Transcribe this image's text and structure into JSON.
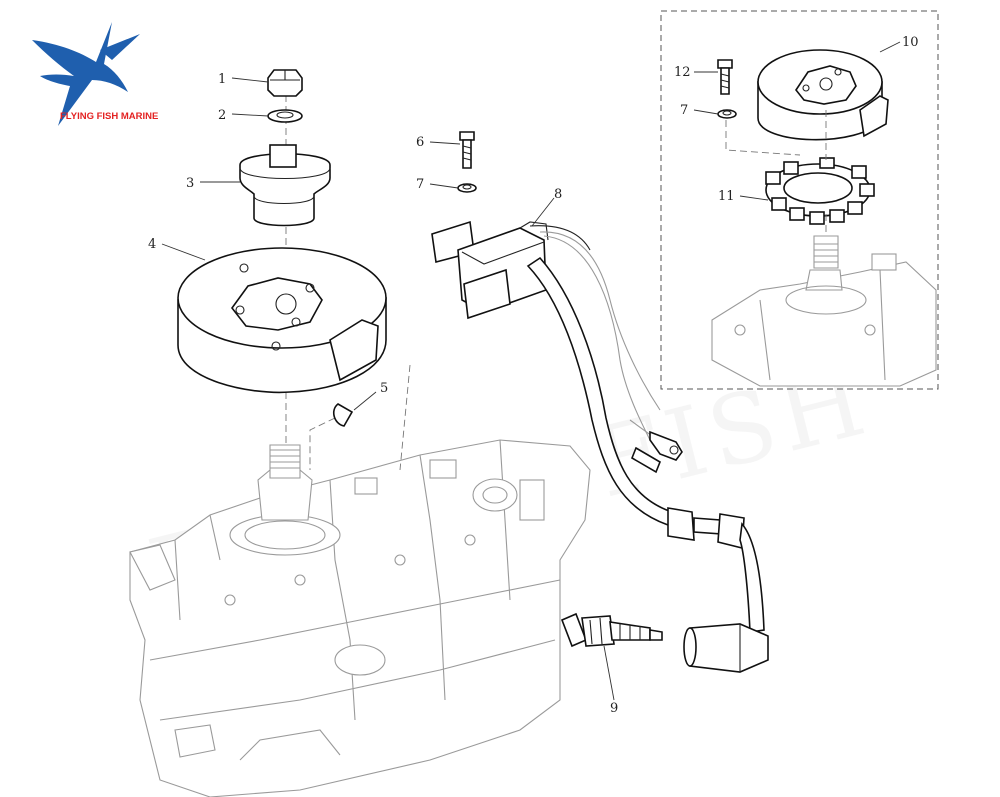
{
  "brand": {
    "name": "FLYING FISH MARINE",
    "color": "#e32222",
    "logo_color": "#1f5fae"
  },
  "watermark": "FLYING FISH",
  "callouts": [
    "1",
    "2",
    "3",
    "4",
    "5",
    "6",
    "7",
    "8",
    "9",
    "10",
    "11",
    "12",
    "7"
  ]
}
